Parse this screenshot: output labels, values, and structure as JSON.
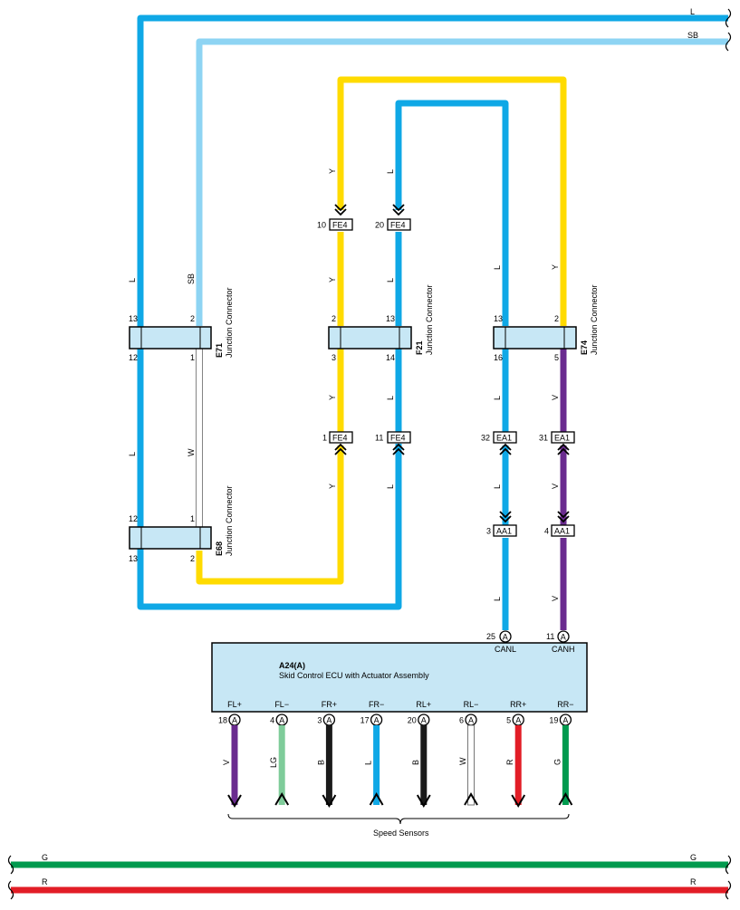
{
  "colors": {
    "L": "#0fa8e6",
    "SB": "#8ed4f3",
    "Y": "#ffdb00",
    "V": "#6a2b8f",
    "LG": "#7fcc9a",
    "B": "#1a1a1a",
    "W": "#ffffff",
    "R": "#e21d26",
    "G": "#009a4e",
    "box": "#c7e7f5"
  },
  "top_wires": {
    "l": "L",
    "sb": "SB"
  },
  "bottom_wires": {
    "g": "G",
    "r": "R"
  },
  "wire_labels": {
    "y": "Y",
    "l": "L",
    "sb": "SB",
    "w": "W",
    "v": "V"
  },
  "junctions": {
    "e71": {
      "id": "E71",
      "title": "Junction Connector",
      "pins": [
        "13",
        "2",
        "12",
        "1"
      ]
    },
    "f21": {
      "id": "F21",
      "title": "Junction Connector",
      "pins": [
        "2",
        "13",
        "3",
        "14"
      ]
    },
    "e74": {
      "id": "E74",
      "title": "Junction Connector",
      "pins": [
        "13",
        "2",
        "16",
        "5"
      ]
    },
    "e68": {
      "id": "E68",
      "title": "Junction Connector",
      "pins": [
        "12",
        "1",
        "13",
        "2"
      ]
    }
  },
  "connectors": {
    "fe4_10": {
      "code": "FE4",
      "pin": "10"
    },
    "fe4_20": {
      "code": "FE4",
      "pin": "20"
    },
    "fe4_1": {
      "code": "FE4",
      "pin": "1"
    },
    "fe4_11": {
      "code": "FE4",
      "pin": "11"
    },
    "ea1_32": {
      "code": "EA1",
      "pin": "32"
    },
    "ea1_31": {
      "code": "EA1",
      "pin": "31"
    },
    "aa1_3": {
      "code": "AA1",
      "pin": "3"
    },
    "aa1_4": {
      "code": "AA1",
      "pin": "4"
    }
  },
  "ecu": {
    "id": "A24(A)",
    "title": "Skid Control ECU with Actuator Assembly",
    "connector_letter": "A",
    "canl": {
      "pin": "25",
      "name": "CANL"
    },
    "canh": {
      "pin": "11",
      "name": "CANH"
    },
    "outputs": [
      {
        "name": "FL+",
        "pin": "18",
        "wire": "V"
      },
      {
        "name": "FL−",
        "pin": "4",
        "wire": "LG"
      },
      {
        "name": "FR+",
        "pin": "3",
        "wire": "B"
      },
      {
        "name": "FR−",
        "pin": "17",
        "wire": "L"
      },
      {
        "name": "RL+",
        "pin": "20",
        "wire": "B"
      },
      {
        "name": "RL−",
        "pin": "6",
        "wire": "W"
      },
      {
        "name": "RR+",
        "pin": "5",
        "wire": "R"
      },
      {
        "name": "RR−",
        "pin": "19",
        "wire": "G"
      }
    ]
  },
  "speed_sensors_label": "Speed Sensors"
}
